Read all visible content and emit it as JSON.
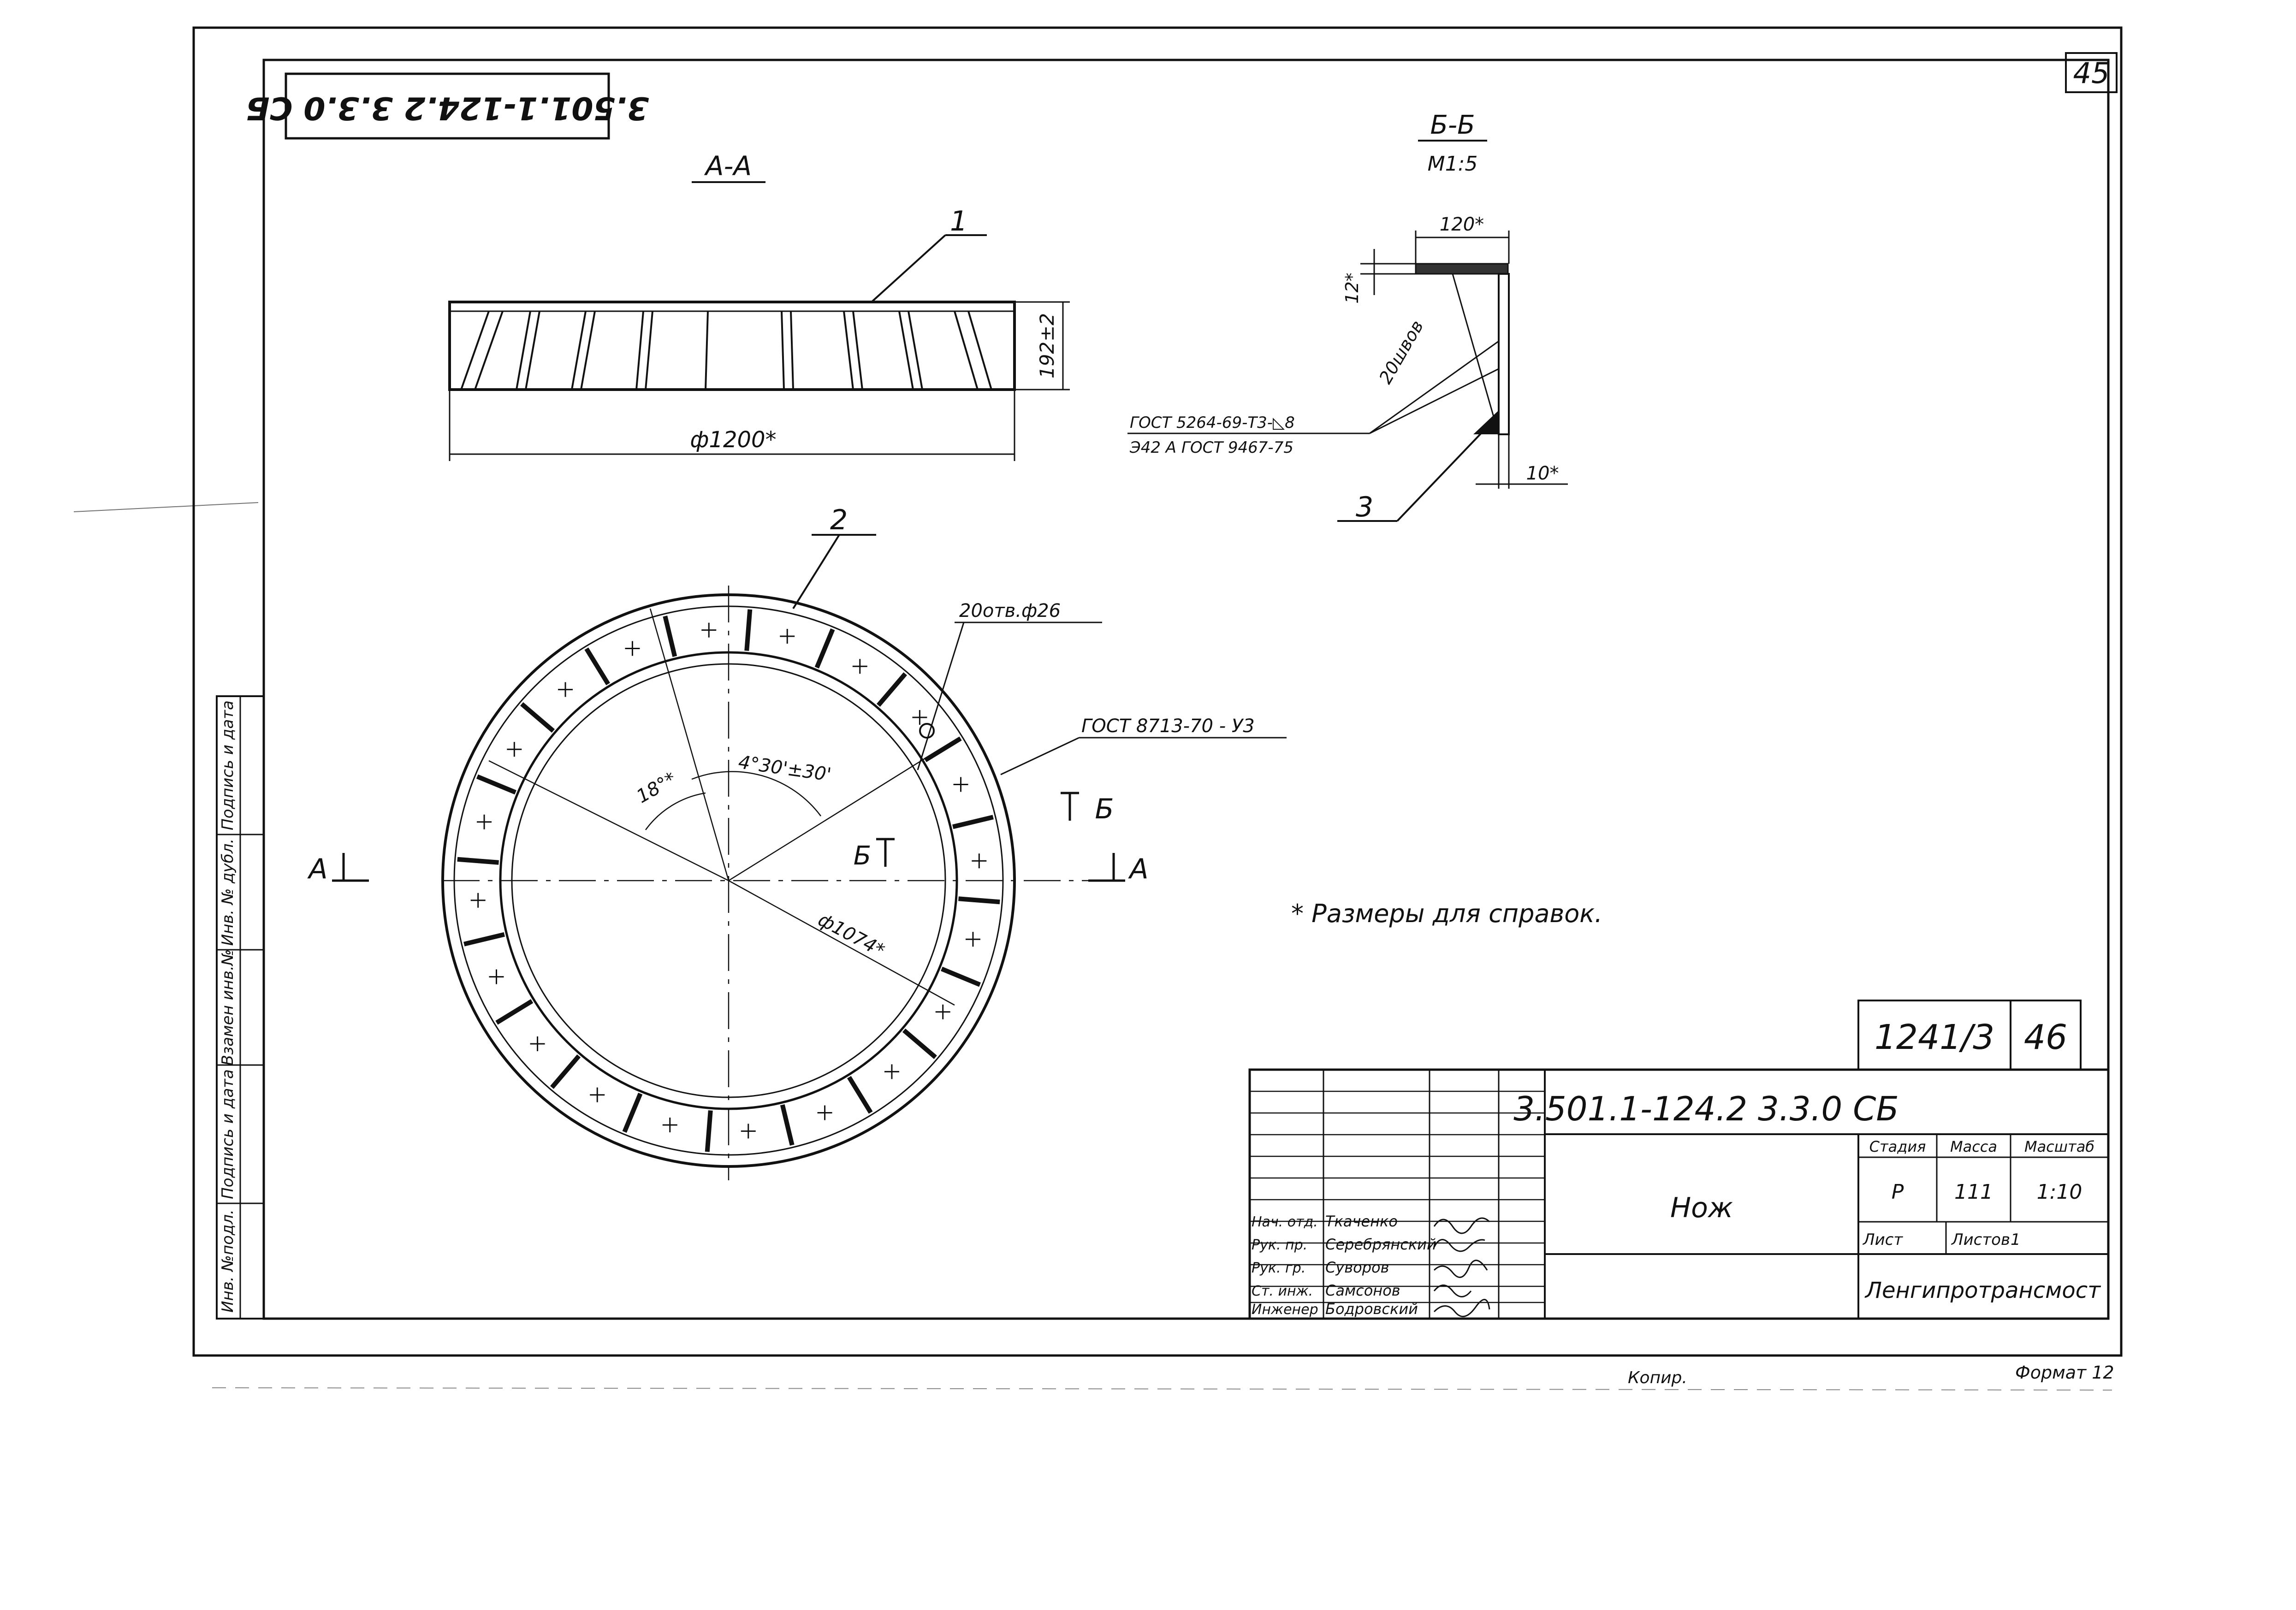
{
  "page_number": "45",
  "stamp_code_rotated": "3.501.1-124.2 3.3.0 СБ",
  "views": {
    "section_a": "А-А",
    "section_b": "Б-Б",
    "section_b_scale": "М1:5"
  },
  "callouts": {
    "item_1": "1",
    "item_2": "2",
    "item_3": "3"
  },
  "dimensions": {
    "diameter_1200": "ф1200*",
    "height_192": "192±2",
    "width_120": "120*",
    "thickness_12": "12*",
    "thickness_10": "10*",
    "welds_20": "20швов",
    "holes": "20отв.ф26",
    "angle_18": "18°*",
    "angle_4_30": "4°30'±30'",
    "diameter_1074": "ф1074*"
  },
  "notes": {
    "weld_spec_1": "ГОСТ 5264-69-Т3-◺8",
    "weld_spec_2": "Э42 А ГОСТ 9467-75",
    "weld_spec_ring": "ГОСТ 8713-70 - У3",
    "reference_note": "* Размеры для справок."
  },
  "section_marks": {
    "a_left": "А",
    "a_right": "А",
    "b_top": "Б",
    "b_bottom": "Б"
  },
  "left_stamp": {
    "col1": "Инв. №подл.",
    "col2": "Подпись и дата",
    "col3": "Взамен инв.№",
    "col4": "Инв. № дубл.",
    "col5": "Подпись и дата"
  },
  "title_block": {
    "archive_number": "1241/3",
    "sheet_ref": "46",
    "document_code": "3.501.1-124.2 3.3.0 СБ",
    "part_name": "Нож",
    "stage_label": "Стадия",
    "stage_value": "Р",
    "mass_label": "Масса",
    "mass_value": "111",
    "scale_label": "Масштаб",
    "scale_value": "1:10",
    "sheet_label": "Лист",
    "sheets_label": "Листов",
    "sheets_value": "1",
    "organization": "Ленгипротрансмост",
    "signatures": [
      {
        "role": "Нач. отд.",
        "name": "Ткаченко"
      },
      {
        "role": "Рук. пр.",
        "name": "Серебрянский"
      },
      {
        "role": "Рук. гр.",
        "name": "Суворов"
      },
      {
        "role": "Ст. инж.",
        "name": "Самсонов"
      },
      {
        "role": "Инженер",
        "name": "Бодровский"
      }
    ]
  },
  "footer": {
    "copied": "Копир.",
    "format": "Формат 12"
  }
}
